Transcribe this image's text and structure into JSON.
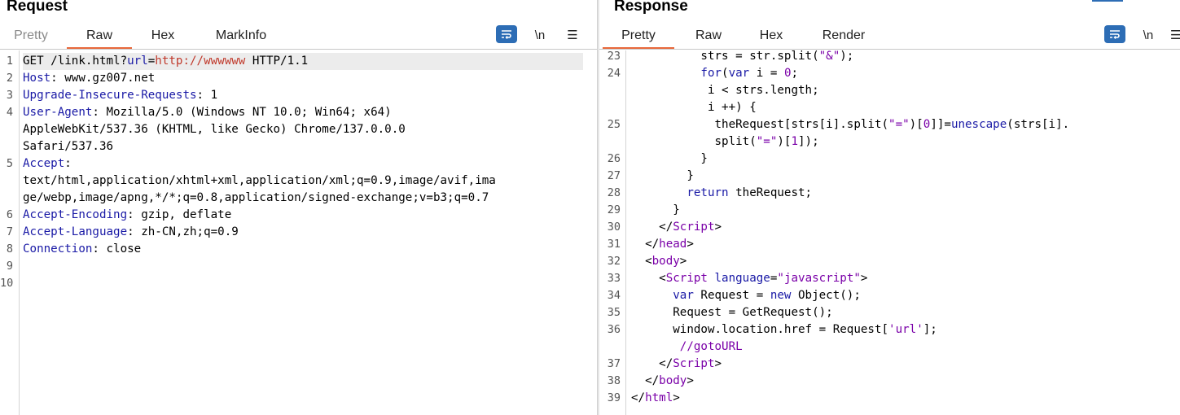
{
  "request": {
    "title": "Request",
    "tabs": [
      "Pretty",
      "Raw",
      "Hex",
      "MarkInfo"
    ],
    "active_tab": "Raw",
    "toolbar": {
      "newline_label": "\\n",
      "menu_label": "☰"
    },
    "lines": [
      {
        "n": "1",
        "parts": [
          [
            "",
            "GET /link.html?"
          ],
          [
            "k",
            "url"
          ],
          [
            "",
            "="
          ],
          [
            "v",
            "http://wwwwww"
          ],
          [
            "",
            " HTTP/1.1"
          ]
        ]
      },
      {
        "n": "2",
        "parts": [
          [
            "k",
            "Host"
          ],
          [
            "",
            ": www.gz007.net"
          ]
        ]
      },
      {
        "n": "3",
        "parts": [
          [
            "k",
            "Upgrade-Insecure-Requests"
          ],
          [
            "",
            ": 1"
          ]
        ]
      },
      {
        "n": "4",
        "parts": [
          [
            "k",
            "User-Agent"
          ],
          [
            "",
            ": Mozilla/5.0 (Windows NT 10.0; Win64; x64)"
          ]
        ]
      },
      {
        "n": "",
        "parts": [
          [
            "",
            "AppleWebKit/537.36 (KHTML, like Gecko) Chrome/137.0.0.0"
          ]
        ]
      },
      {
        "n": "",
        "parts": [
          [
            "",
            "Safari/537.36"
          ]
        ]
      },
      {
        "n": "5",
        "parts": [
          [
            "k",
            "Accept"
          ],
          [
            "",
            ":"
          ]
        ]
      },
      {
        "n": "",
        "parts": [
          [
            "",
            "text/html,application/xhtml+xml,application/xml;q=0.9,image/avif,ima"
          ]
        ]
      },
      {
        "n": "",
        "parts": [
          [
            "",
            "ge/webp,image/apng,*/*;q=0.8,application/signed-exchange;v=b3;q=0.7"
          ]
        ]
      },
      {
        "n": "6",
        "parts": [
          [
            "k",
            "Accept-Encoding"
          ],
          [
            "",
            ": gzip, deflate"
          ]
        ]
      },
      {
        "n": "7",
        "parts": [
          [
            "k",
            "Accept-Language"
          ],
          [
            "",
            ": zh-CN,zh;q=0.9"
          ]
        ]
      },
      {
        "n": "8",
        "parts": [
          [
            "k",
            "Connection"
          ],
          [
            "",
            ": close"
          ]
        ]
      },
      {
        "n": "9",
        "parts": []
      },
      {
        "n": "10",
        "parts": []
      }
    ]
  },
  "response": {
    "title": "Response",
    "tabs": [
      "Pretty",
      "Raw",
      "Hex",
      "Render"
    ],
    "active_tab": "Pretty",
    "toolbar": {
      "newline_label": "\\n",
      "menu_label": "☰"
    },
    "lines": [
      {
        "n": "23",
        "parts": [
          [
            "",
            "          strs = str.split("
          ],
          [
            "str",
            "\"&\""
          ],
          [
            "",
            ");"
          ]
        ]
      },
      {
        "n": "24",
        "parts": [
          [
            "",
            "          "
          ],
          [
            "kw",
            "for"
          ],
          [
            "",
            "("
          ],
          [
            "kw",
            "var"
          ],
          [
            "",
            " i = "
          ],
          [
            "str",
            "0"
          ],
          [
            "",
            ";"
          ]
        ]
      },
      {
        "n": "",
        "parts": [
          [
            "",
            "           i < strs.length;"
          ]
        ]
      },
      {
        "n": "",
        "parts": [
          [
            "",
            "           i ++) {"
          ]
        ]
      },
      {
        "n": "25",
        "parts": [
          [
            "",
            "            theRequest[strs[i].split("
          ],
          [
            "str",
            "\"=\""
          ],
          [
            "",
            ")["
          ],
          [
            "str",
            "0"
          ],
          [
            "",
            "]]="
          ],
          [
            "fn",
            "unescape"
          ],
          [
            "",
            "(strs[i]."
          ]
        ]
      },
      {
        "n": "",
        "parts": [
          [
            "",
            "            split("
          ],
          [
            "str",
            "\"=\""
          ],
          [
            "",
            ")["
          ],
          [
            "str",
            "1"
          ],
          [
            "",
            "]);"
          ]
        ]
      },
      {
        "n": "26",
        "parts": [
          [
            "",
            "          }"
          ]
        ]
      },
      {
        "n": "27",
        "parts": [
          [
            "",
            "        }"
          ]
        ]
      },
      {
        "n": "28",
        "parts": [
          [
            "",
            "        "
          ],
          [
            "kw",
            "return"
          ],
          [
            "",
            " theRequest;"
          ]
        ]
      },
      {
        "n": "29",
        "parts": [
          [
            "",
            "      }"
          ]
        ]
      },
      {
        "n": "30",
        "parts": [
          [
            "",
            "    </"
          ],
          [
            "tag",
            "Script"
          ],
          [
            "",
            ">"
          ]
        ]
      },
      {
        "n": "31",
        "parts": [
          [
            "",
            "  </"
          ],
          [
            "tag",
            "head"
          ],
          [
            "",
            ">"
          ]
        ]
      },
      {
        "n": "32",
        "parts": [
          [
            "",
            "  <"
          ],
          [
            "tag",
            "body"
          ],
          [
            "",
            ">"
          ]
        ]
      },
      {
        "n": "33",
        "parts": [
          [
            "",
            "    <"
          ],
          [
            "tag",
            "Script"
          ],
          [
            "",
            " "
          ],
          [
            "kw",
            "language"
          ],
          [
            "",
            "="
          ],
          [
            "str",
            "\"javascript\""
          ],
          [
            "",
            ">"
          ]
        ]
      },
      {
        "n": "34",
        "parts": [
          [
            "",
            "      "
          ],
          [
            "kw",
            "var"
          ],
          [
            "",
            " Request = "
          ],
          [
            "kw",
            "new"
          ],
          [
            "",
            " Object();"
          ]
        ]
      },
      {
        "n": "35",
        "parts": [
          [
            "",
            "      Request = GetRequest();"
          ]
        ]
      },
      {
        "n": "36",
        "parts": [
          [
            "",
            "      window.location.href = Request["
          ],
          [
            "str",
            "'url'"
          ],
          [
            "",
            "];"
          ]
        ]
      },
      {
        "n": "",
        "parts": [
          [
            "",
            "       "
          ],
          [
            "cm",
            "//gotoURL"
          ]
        ]
      },
      {
        "n": "37",
        "parts": [
          [
            "",
            "    </"
          ],
          [
            "tag",
            "Script"
          ],
          [
            "",
            ">"
          ]
        ]
      },
      {
        "n": "38",
        "parts": [
          [
            "",
            "  </"
          ],
          [
            "tag",
            "body"
          ],
          [
            "",
            ">"
          ]
        ]
      },
      {
        "n": "39",
        "parts": [
          [
            "",
            "</"
          ],
          [
            "tag",
            "html"
          ],
          [
            "",
            ">"
          ]
        ]
      }
    ]
  },
  "colors": {
    "accent": "#e8683a",
    "wrap_button": "#2d6db5"
  }
}
